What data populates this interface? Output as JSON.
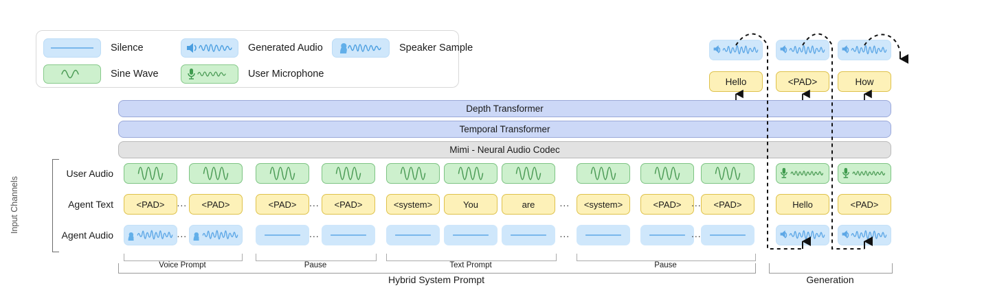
{
  "legend": {
    "items": [
      {
        "icon": "silence-flat-line-icon",
        "style": "blue",
        "label": "Silence"
      },
      {
        "icon": "generated-audio-speaker-wave-icon",
        "style": "blue",
        "label": "Generated Audio"
      },
      {
        "icon": "speaker-sample-head-wave-icon",
        "style": "blue",
        "label": "Speaker Sample"
      },
      {
        "icon": "sine-wave-icon",
        "style": "green",
        "label": "Sine Wave"
      },
      {
        "icon": "user-microphone-wave-icon",
        "style": "green",
        "label": "User Microphone"
      }
    ]
  },
  "stack": {
    "depth_transformer": "Depth Transformer",
    "temporal_transformer": "Temporal Transformer",
    "mimi_codec": "Mimi - Neural Audio Codec"
  },
  "channels": {
    "group_label": "Input Channels",
    "rows": [
      {
        "id": "user-audio",
        "label": "User Audio"
      },
      {
        "id": "agent-text",
        "label": "Agent Text"
      },
      {
        "id": "agent-audio",
        "label": "Agent Audio"
      }
    ]
  },
  "timeline": {
    "user_audio": [
      {
        "icon": "sine-wave-icon"
      },
      {
        "icon": "sine-wave-icon"
      },
      {
        "icon": "sine-wave-icon"
      },
      {
        "icon": "sine-wave-icon"
      },
      {
        "icon": "sine-wave-icon"
      },
      {
        "icon": "sine-wave-icon"
      },
      {
        "icon": "sine-wave-icon"
      },
      {
        "icon": "sine-wave-icon"
      },
      {
        "icon": "sine-wave-icon"
      },
      {
        "icon": "sine-wave-icon"
      },
      {
        "icon": "user-microphone-wave-icon"
      },
      {
        "icon": "user-microphone-wave-icon"
      }
    ],
    "agent_text": [
      {
        "text": "<PAD>"
      },
      {
        "text": "<PAD>"
      },
      {
        "text": "<PAD>"
      },
      {
        "text": "<PAD>"
      },
      {
        "text": "<system>"
      },
      {
        "text": "You"
      },
      {
        "text": "are"
      },
      {
        "text": "<system>"
      },
      {
        "text": "<PAD>"
      },
      {
        "text": "<PAD>"
      },
      {
        "text": "Hello"
      },
      {
        "text": "<PAD>"
      }
    ],
    "agent_audio": [
      {
        "icon": "speaker-sample-head-wave-icon"
      },
      {
        "icon": "speaker-sample-head-wave-icon"
      },
      {
        "icon": "silence-flat-line-icon"
      },
      {
        "icon": "silence-flat-line-icon"
      },
      {
        "icon": "silence-flat-line-icon"
      },
      {
        "icon": "silence-flat-line-icon"
      },
      {
        "icon": "silence-flat-line-icon"
      },
      {
        "icon": "silence-flat-line-icon"
      },
      {
        "icon": "silence-flat-line-icon"
      },
      {
        "icon": "silence-flat-line-icon"
      },
      {
        "icon": "generated-audio-speaker-wave-icon"
      },
      {
        "icon": "generated-audio-speaker-wave-icon"
      }
    ],
    "ellipsis": "..."
  },
  "generation_outputs": [
    {
      "audio_icon": "generated-audio-speaker-wave-icon",
      "text": "Hello"
    },
    {
      "audio_icon": "generated-audio-speaker-wave-icon",
      "text": "<PAD>"
    },
    {
      "audio_icon": "generated-audio-speaker-wave-icon",
      "text": "How"
    }
  ],
  "brackets": {
    "segments": [
      {
        "label": "Voice Prompt"
      },
      {
        "label": "Pause"
      },
      {
        "label": "Text Prompt"
      },
      {
        "label": "Pause"
      }
    ],
    "groups": [
      {
        "label": "Hybrid System Prompt"
      },
      {
        "label": "Generation"
      }
    ]
  },
  "colors": {
    "blue_fill": "#cfe7fb",
    "blue_stroke": "#5da7e6",
    "green_fill": "#cdf0cd",
    "green_stroke": "#4b9b55",
    "yellow_fill": "#fdf1b8",
    "yellow_stroke": "#dec14a",
    "bar_blue": "#ccd8f7",
    "bar_grey": "#e2e2e2"
  }
}
